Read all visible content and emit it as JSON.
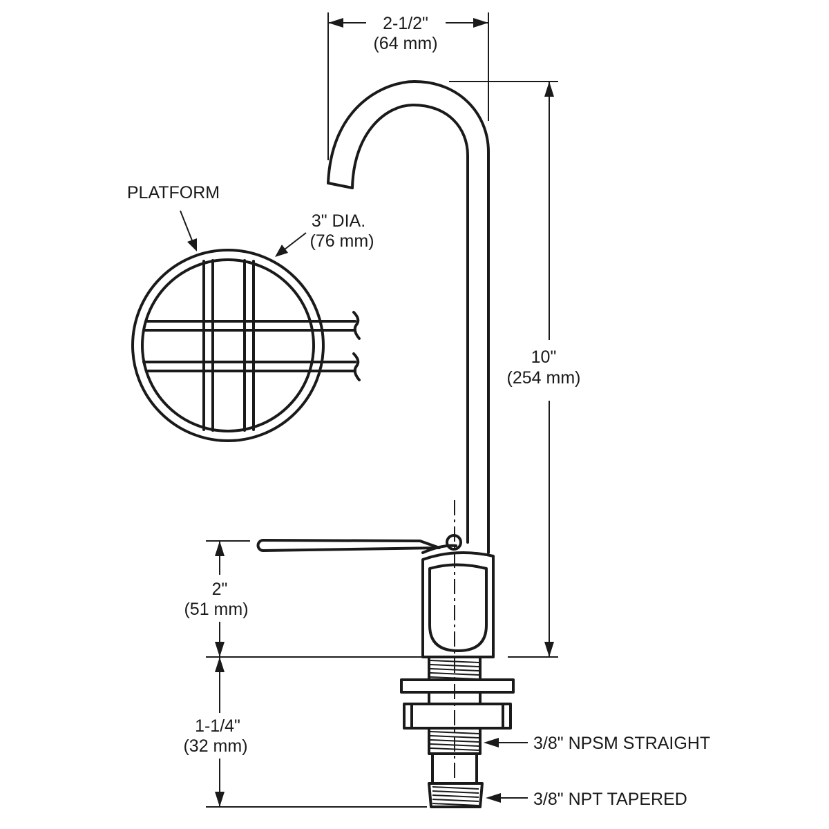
{
  "dimensions": {
    "spout_reach": {
      "imperial": "2-1/2\"",
      "metric": "(64 mm)"
    },
    "platform_dia": {
      "imperial": "3\" DIA.",
      "metric": "(76 mm)"
    },
    "height": {
      "imperial": "10\"",
      "metric": "(254 mm)"
    },
    "lever_height": {
      "imperial": "2\"",
      "metric": "(51 mm)"
    },
    "shank_length": {
      "imperial": "1-1/4\"",
      "metric": "(32 mm)"
    }
  },
  "callouts": {
    "platform": "PLATFORM",
    "npsm": "3/8\" NPSM STRAIGHT",
    "npt": "3/8\" NPT TAPERED"
  }
}
